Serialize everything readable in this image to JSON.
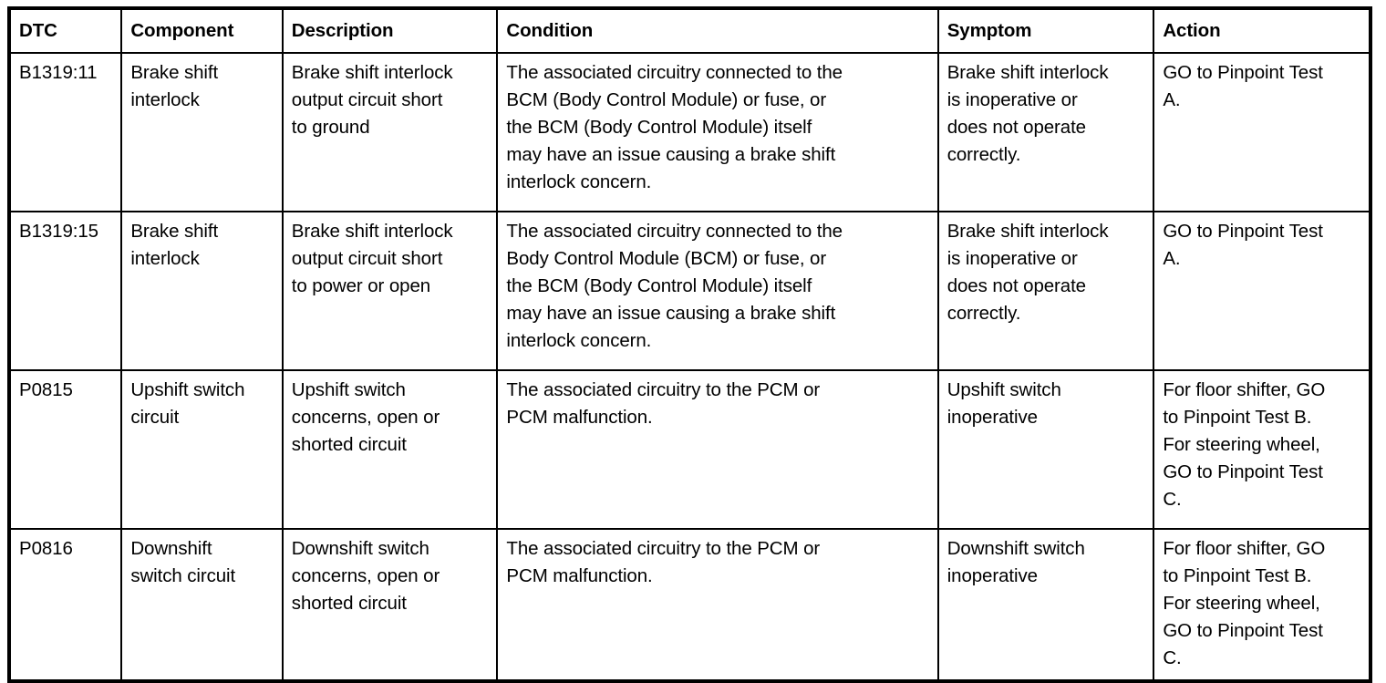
{
  "document": {
    "type": "diagnostic-trouble-code-table",
    "colors": {
      "border": "#000000",
      "text": "#000000",
      "background": "#ffffff"
    }
  },
  "table": {
    "columns": [
      {
        "key": "dtc",
        "label": "DTC"
      },
      {
        "key": "component",
        "label": "Component"
      },
      {
        "key": "description",
        "label": "Description"
      },
      {
        "key": "condition",
        "label": "Condition"
      },
      {
        "key": "symptom",
        "label": "Symptom"
      },
      {
        "key": "action",
        "label": "Action"
      }
    ],
    "rows": [
      {
        "dtc": "B1319:11",
        "component": "Brake shift\ninterlock",
        "description": "Brake shift interlock\noutput circuit short\nto ground",
        "condition": "The associated circuitry connected to the\nBCM (Body Control Module) or fuse, or\nthe BCM (Body Control Module) itself\nmay have an issue causing a brake shift\ninterlock concern.",
        "symptom": "Brake shift interlock\nis inoperative or\ndoes not operate\ncorrectly.",
        "action": "GO to Pinpoint Test\nA."
      },
      {
        "dtc": "B1319:15",
        "component": "Brake shift\ninterlock",
        "description": "Brake shift interlock\noutput circuit short\nto power or open",
        "condition": "The associated circuitry connected to the\nBody Control Module (BCM) or fuse, or\nthe BCM (Body Control Module) itself\nmay have an issue causing a brake shift\ninterlock concern.",
        "symptom": "Brake shift interlock\nis inoperative or\ndoes not operate\ncorrectly.",
        "action": "GO to Pinpoint Test\nA."
      },
      {
        "dtc": "P0815",
        "component": "Upshift switch\ncircuit",
        "description": "Upshift switch\nconcerns, open or\nshorted circuit",
        "condition": "The associated circuitry to the PCM or\nPCM malfunction.",
        "symptom": "Upshift switch\ninoperative",
        "action": "For floor shifter, GO\nto Pinpoint Test B.\nFor steering wheel,\nGO to Pinpoint Test\nC."
      },
      {
        "dtc": "P0816",
        "component": "Downshift\nswitch circuit",
        "description": "Downshift switch\nconcerns, open or\nshorted circuit",
        "condition": "The associated circuitry to the PCM or\nPCM malfunction.",
        "symptom": "Downshift switch\ninoperative",
        "action": "For floor shifter, GO\nto Pinpoint Test B.\nFor steering wheel,\nGO to Pinpoint Test\nC."
      }
    ]
  }
}
